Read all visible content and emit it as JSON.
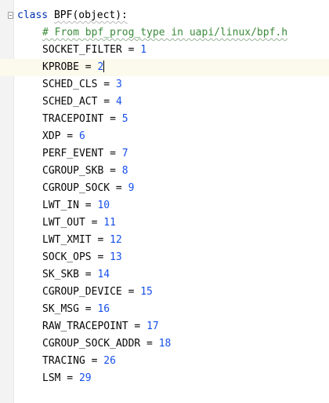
{
  "code": {
    "class_keyword": "class",
    "class_signature": "BPF(object):",
    "comment": "# From bpf_prog_type in uapi/linux/bpf.h",
    "entries": [
      {
        "name": "SOCKET_FILTER",
        "op": " = ",
        "value": "1"
      },
      {
        "name": "KPROBE",
        "op": " = ",
        "value": "2"
      },
      {
        "name": "SCHED_CLS",
        "op": " = ",
        "value": "3"
      },
      {
        "name": "SCHED_ACT",
        "op": " = ",
        "value": "4"
      },
      {
        "name": "TRACEPOINT",
        "op": " = ",
        "value": "5"
      },
      {
        "name": "XDP",
        "op": " = ",
        "value": "6"
      },
      {
        "name": "PERF_EVENT",
        "op": " = ",
        "value": "7"
      },
      {
        "name": "CGROUP_SKB",
        "op": " = ",
        "value": "8"
      },
      {
        "name": "CGROUP_SOCK",
        "op": " = ",
        "value": "9"
      },
      {
        "name": "LWT_IN",
        "op": " = ",
        "value": "10"
      },
      {
        "name": "LWT_OUT",
        "op": " = ",
        "value": "11"
      },
      {
        "name": "LWT_XMIT",
        "op": " = ",
        "value": "12"
      },
      {
        "name": "SOCK_OPS",
        "op": " = ",
        "value": "13"
      },
      {
        "name": "SK_SKB",
        "op": " = ",
        "value": "14"
      },
      {
        "name": "CGROUP_DEVICE",
        "op": " = ",
        "value": "15"
      },
      {
        "name": "SK_MSG",
        "op": " = ",
        "value": "16"
      },
      {
        "name": "RAW_TRACEPOINT",
        "op": " = ",
        "value": "17"
      },
      {
        "name": "CGROUP_SOCK_ADDR",
        "op": " = ",
        "value": "18"
      },
      {
        "name": "TRACING",
        "op": " = ",
        "value": "26"
      },
      {
        "name": "LSM",
        "op": " = ",
        "value": "29"
      }
    ]
  },
  "colors": {
    "keyword": "#0033b3",
    "comment": "#3a8b3a",
    "number": "#1750eb",
    "current_line": "#fcfaed"
  },
  "icons": {
    "gutter_fold": "fold-minus-icon",
    "caret": "text-caret"
  },
  "editor_state": {
    "current_line_entry": "KPROBE"
  }
}
